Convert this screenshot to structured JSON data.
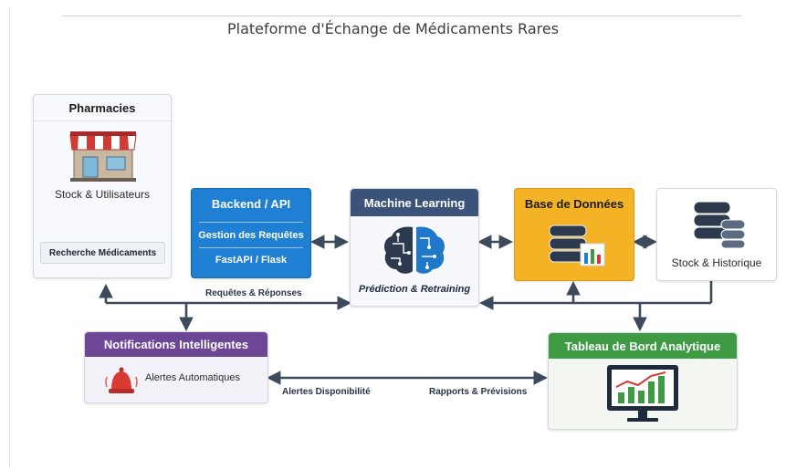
{
  "title": "Plateforme d'Échange de Médicaments Rares",
  "pharmacies": {
    "header": "Pharmacies",
    "stock_label": "Stock & Utilisateurs",
    "search_label": "Recherche Médicaments",
    "icon": "pharmacy-storefront-icon"
  },
  "backend": {
    "header": "Backend / API",
    "line1": "Gestion des Requêtes",
    "line2": "FastAPI / Flask",
    "color": "#1f7fd3"
  },
  "ml": {
    "header": "Machine Learning",
    "caption": "Prédiction & Retraining",
    "color": "#3b5378",
    "icon": "brain-circuit-icon"
  },
  "database": {
    "header": "Base de Données",
    "color": "#f3b324",
    "icon": "database-chart-icon"
  },
  "stock_history": {
    "label": "Stock & Historique",
    "icon": "database-stack-icon"
  },
  "notifications": {
    "header": "Notifications Intelligentes",
    "label": "Alertes Automatiques",
    "color": "#6d4796",
    "icon": "alarm-bell-icon"
  },
  "dashboard": {
    "header": "Tableau de Bord Analytique",
    "color": "#3e9a43",
    "icon": "monitor-chart-icon"
  },
  "edges": {
    "requests": "Requêtes & Réponses",
    "availability": "Alertes Disponibilité",
    "reports": "Rapports & Prévisions"
  },
  "colors": {
    "arrow": "#3d4a5c"
  }
}
